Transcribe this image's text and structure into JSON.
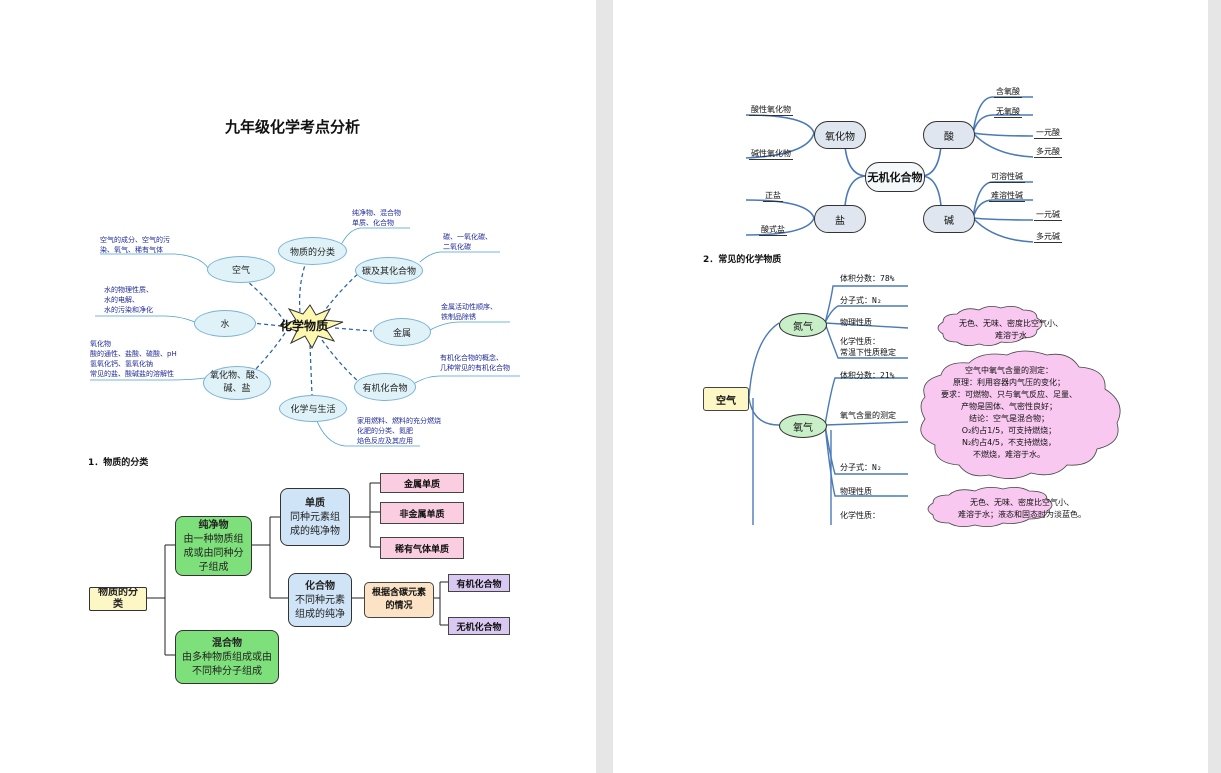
{
  "title": "九年级化学考点分析",
  "mindmap": {
    "center": "化学物质",
    "nodes": {
      "air": "空气",
      "water": "水",
      "oxide": "氧化物、酸、\n碱、盐",
      "classify": "物质的分类",
      "carbon": "碳及其化合物",
      "metal": "金属",
      "organic": "有机化合物",
      "life": "化学与生活"
    },
    "notes": {
      "air": "空气的成分、空气的污\n染、氧气、稀有气体",
      "water": "水的物理性质、\n水的电解、\n水的污染和净化",
      "oxide": "氧化物\n酸的通性、盐酸、硫酸、pH\n氢氧化钙、氢氧化钠\n常见的盐、酸碱盐的溶解性",
      "classify": "纯净物、混合物\n单质、化合物",
      "carbon": "碳、一氧化碳、\n二氧化碳",
      "metal": "金属活动性顺序、\n铁制品除锈",
      "organic": "有机化合物的概念、\n几种常见的有机化合物",
      "life": "家用燃料、燃料的充分燃烧\n化肥的分类、氮肥\n焰色反应及其应用"
    }
  },
  "section1": "1．物质的分类",
  "classify_tree": {
    "root": "物质的分\n类",
    "pure_title": "纯净物",
    "pure_desc": "由一种物质组\n成或由同种分\n子组成",
    "mix_title": "混合物",
    "mix_desc": "由多种物质组成或由\n不同种分子组成",
    "simple_title": "单质",
    "simple_desc": "同种元素组\n成的纯净物",
    "compound_title": "化合物",
    "compound_desc": "不同种元素\n组成的纯净",
    "metal_simple": "金属单质",
    "nonmetal_simple": "非金属单质",
    "noble_simple": "稀有气体单质",
    "by_carbon": "根据含碳元素\n的情况",
    "organic": "有机化合物",
    "inorganic": "无机化合物"
  },
  "inorganic_tree": {
    "center": "无机化合物",
    "oxide": "氧化物",
    "acid": "酸",
    "salt": "盐",
    "base": "碱",
    "acidic_oxide": "酸性氧化物",
    "basic_oxide": "碱性氧化物",
    "normal_salt": "正盐",
    "acid_salt": "酸式盐",
    "oxy_acid": "含氧酸",
    "nonoxy_acid": "无氧酸",
    "mono_acid": "一元酸",
    "poly_acid": "多元酸",
    "soluble_base": "可溶性碱",
    "insoluble_base": "难溶性碱",
    "mono_base": "一元碱",
    "poly_base": "多元碱"
  },
  "section2": "2．常见的化学物质",
  "air_tree": {
    "root": "空气",
    "n2": "氮气",
    "o2": "氧气",
    "n2_volume": "体积分数：78%",
    "n2_formula": "分子式：N₂",
    "n2_phys": "物理性质",
    "n2_chem": "化学性质：\n常温下性质稳定",
    "n2_phys_cloud": "无色、无味、密度比空气小、\n难溶于水",
    "o2_volume": "体积分数：21%",
    "o2_measure": "氧气含量的测定",
    "o2_formula": "分子式：N₂",
    "o2_phys": "物理性质",
    "o2_chem": "化学性质：",
    "o2_measure_cloud": "空气中氧气含量的测定：\n原理：利用容器内气压的变化；\n要求：可燃物、只与氧气反应、足量、\n产物是固体、气密性良好；\n结论：空气是混合物；\nO₂约占1/5，可支持燃烧；\nN₂约占4/5，不支持燃烧，\n不燃烧，难溶于水。",
    "o2_phys_cloud": "无色、无味、密度比空气小、\n难溶于水；液态和固态时为淡蓝色。"
  }
}
